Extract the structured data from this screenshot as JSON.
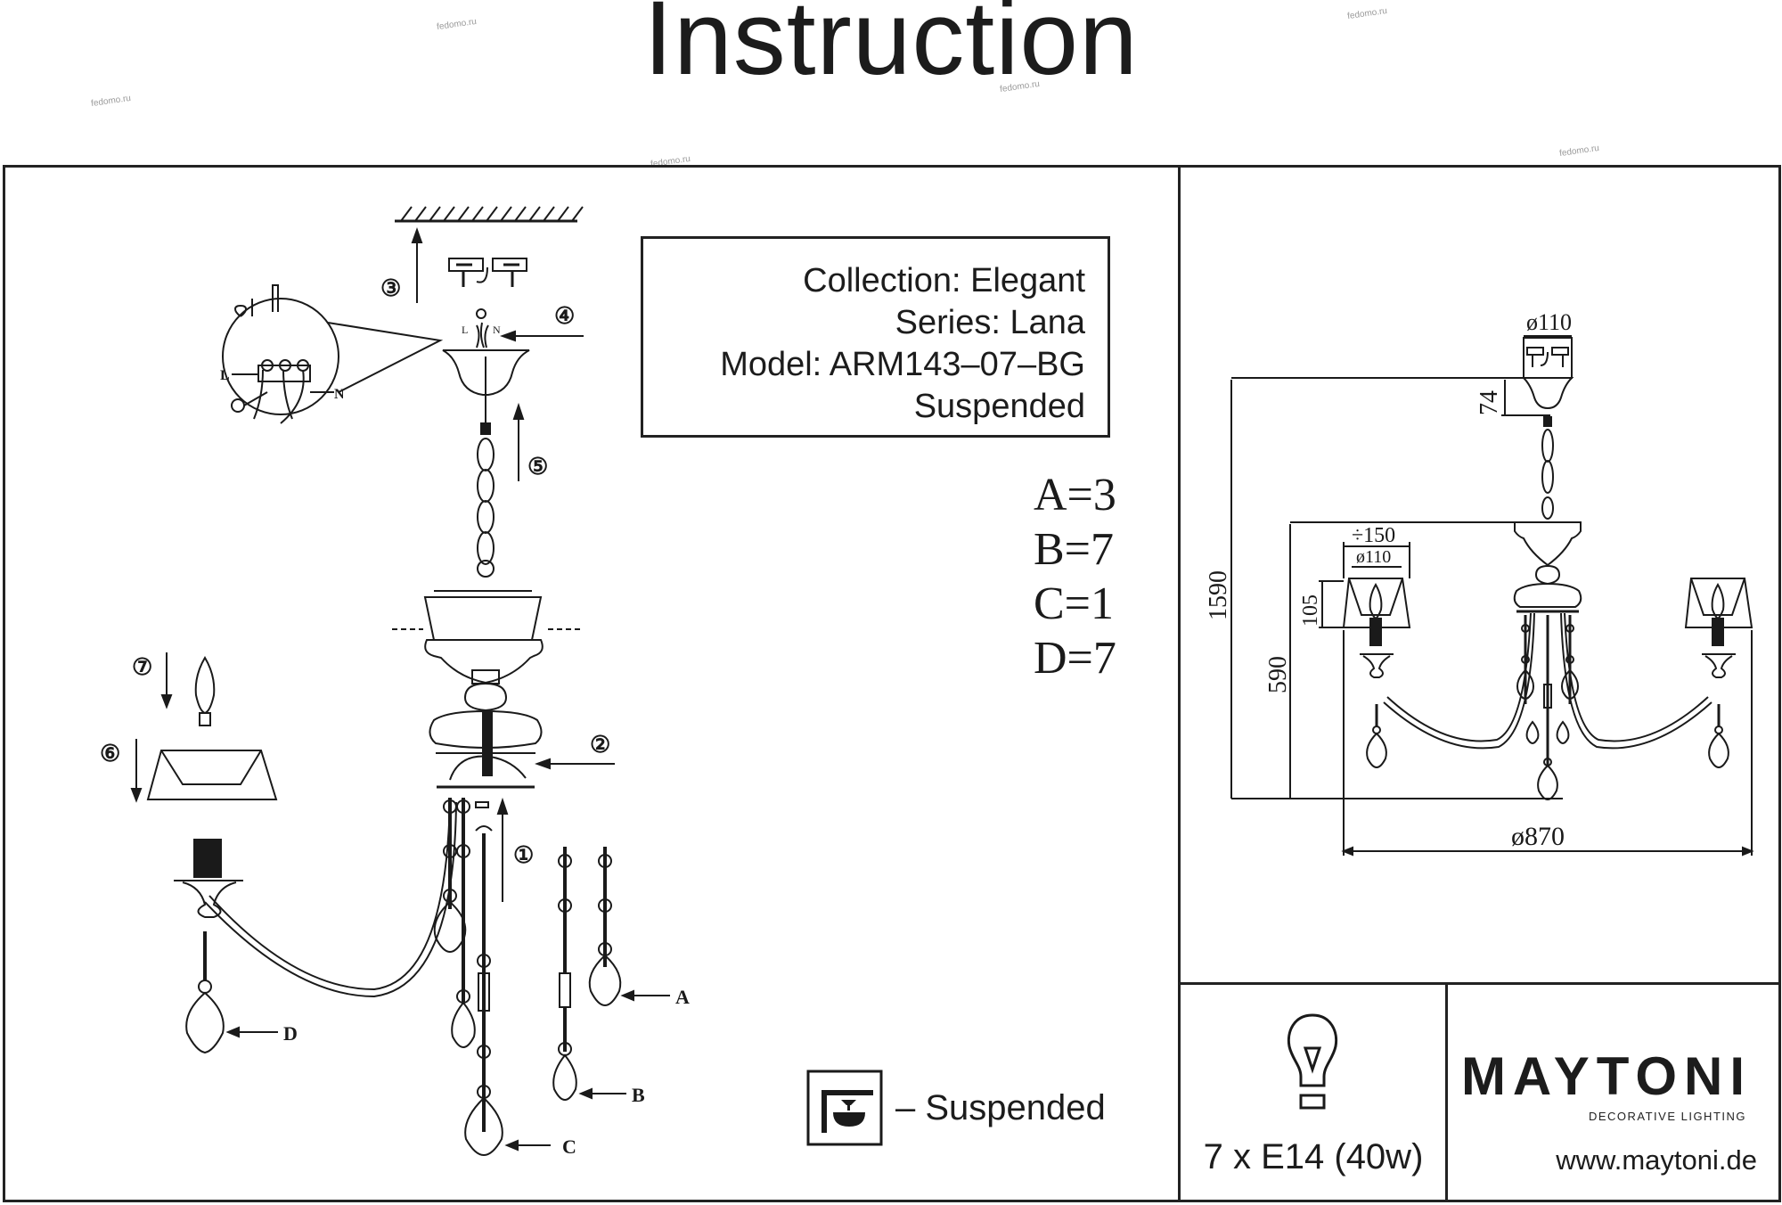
{
  "header": {
    "title": "Instruction"
  },
  "product_info": {
    "collection": "Collection: Elegant",
    "series": "Series: Lana",
    "model": "Model: ARM143–07–BG",
    "mount_type": "Suspended"
  },
  "part_counts": [
    {
      "label": "A=3"
    },
    {
      "label": "B=7"
    },
    {
      "label": "C=1"
    },
    {
      "label": "D=7"
    }
  ],
  "assembly_steps": [
    "①",
    "②",
    "③",
    "④",
    "⑤",
    "⑥",
    "⑦"
  ],
  "part_labels": {
    "a": "A",
    "b": "B",
    "c": "C",
    "d": "D",
    "live": "L",
    "neutral": "N"
  },
  "wiring_symbols": {
    "live": "L",
    "neutral": "N",
    "earth": "earth-icon"
  },
  "legend": {
    "icon": "suspended-mount-icon",
    "label": "– Suspended"
  },
  "dimensions": {
    "canopy_diameter": "ø110",
    "canopy_height": "74",
    "total_height": "1590",
    "body_height": "590",
    "shade_top_diameter": "÷150",
    "shade_bottom_diameter": "ø110",
    "shade_height": "105",
    "overall_diameter": "ø870"
  },
  "lamp": {
    "icon": "light-bulb-icon",
    "spec": "7 x E14 (40w)"
  },
  "brand": {
    "logo": "MAYTONI",
    "tagline": "DECORATIVE LIGHTING",
    "website": "www.maytoni.de"
  },
  "watermark": "fedomo.ru"
}
